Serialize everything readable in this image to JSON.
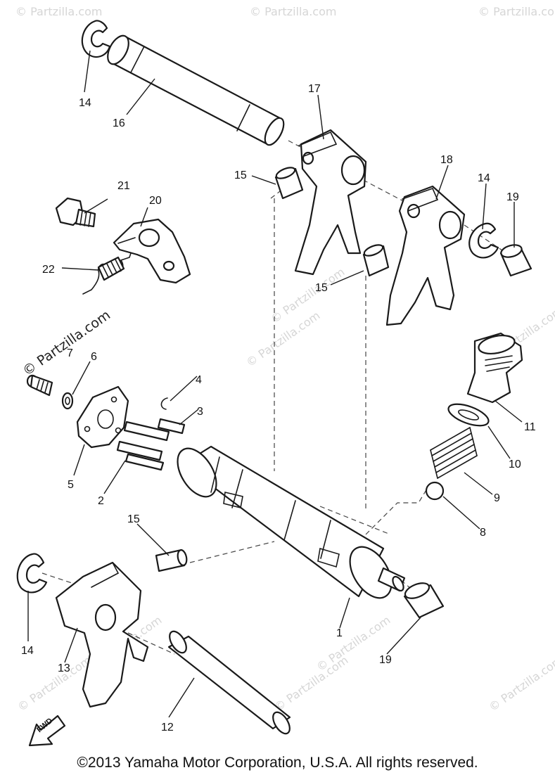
{
  "watermark": {
    "brand_text": "© Partzilla.com"
  },
  "callouts": {
    "p1": "1",
    "p2": "2",
    "p3": "3",
    "p4": "4",
    "p5": "5",
    "p6": "6",
    "p7": "7",
    "p8": "8",
    "p9": "9",
    "p10": "10",
    "p11": "11",
    "p12": "12",
    "p13": "13",
    "p14a": "14",
    "p14b": "14",
    "p14c": "14",
    "p15a": "15",
    "p15b": "15",
    "p15c": "15",
    "p16": "16",
    "p17": "17",
    "p18": "18",
    "p19a": "19",
    "p19b": "19",
    "p20": "20",
    "p21": "21",
    "p22": "22"
  },
  "direction_marker": "FWD",
  "footer": {
    "copyright": "©2013  Yamaha Motor Corporation, U.S.A. All rights reserved."
  }
}
